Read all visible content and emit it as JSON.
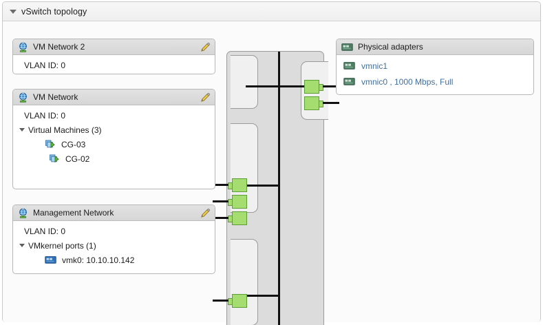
{
  "panel": {
    "title": "vSwitch topology",
    "collapse_icon": "caret-down-icon"
  },
  "port_groups": [
    {
      "name": "VM Network 2",
      "icon": "network-globe-icon",
      "edit_icon": "pencil-edit-icon",
      "vlan_label": "VLAN ID: 0",
      "children": []
    },
    {
      "name": "VM Network",
      "icon": "network-globe-icon",
      "edit_icon": "pencil-edit-icon",
      "vlan_label": "VLAN ID: 0",
      "group_label": "Virtual Machines (3)",
      "children": [
        {
          "name": "CG-03",
          "icon": "virtual-machine-icon"
        },
        {
          "name": "CG-02",
          "icon": "virtual-machine-icon"
        }
      ]
    },
    {
      "name": "Management Network",
      "icon": "network-globe-icon",
      "edit_icon": "pencil-edit-icon",
      "vlan_label": "VLAN ID: 0",
      "group_label": "VMkernel ports (1)",
      "children": [
        {
          "name": "vmk0: 10.10.10.142",
          "icon": "vmkernel-nic-icon"
        }
      ]
    }
  ],
  "physical_adapters": {
    "title": "Physical adapters",
    "icon": "physical-nic-icon",
    "items": [
      {
        "name": "vmnic1",
        "icon": "physical-nic-icon"
      },
      {
        "name": "vmnic0 , 1000 Mbps, Full",
        "icon": "physical-nic-icon"
      }
    ]
  },
  "colors": {
    "connector_green": "#a5dd70",
    "connector_border": "#5b9e33",
    "link_blue": "#3f6f9f",
    "switch_body": "#dcdcdc",
    "bus_black": "#111111"
  }
}
